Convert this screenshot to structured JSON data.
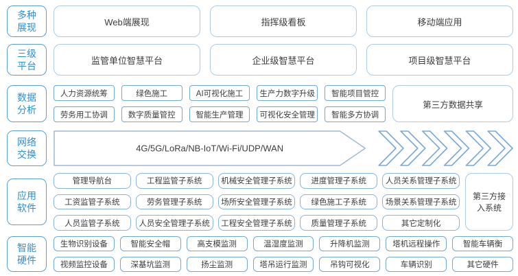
{
  "sections": [
    {
      "id": "display-layer",
      "label": "多种\n展现",
      "items": [
        "Web端展现",
        "指挥级看板",
        "移动端应用"
      ]
    },
    {
      "id": "platform-layer",
      "label": "三级\n平台",
      "items": [
        "监管单位智慧平台",
        "企业级智慧平台",
        "项目级智慧平台"
      ]
    },
    {
      "id": "data-analysis-layer",
      "label": "数据\n分析",
      "rows": [
        [
          "人力资源统筹",
          "绿色施工",
          "AI可视化施工",
          "生产力数字升级",
          "智能项目管控"
        ],
        [
          "劳务用工协调",
          "数字质量管控",
          "智能生产管理",
          "可视化安全管理",
          "智能多方协调"
        ]
      ],
      "side_box": "第三方数据共享"
    },
    {
      "id": "network-layer",
      "label": "网络\n交换",
      "arrow_text": "4G/5G/LoRa/NB-IoT/Wi-Fi/UDP/WAN",
      "chevron_count": 6
    },
    {
      "id": "software-layer",
      "label": "应用\n软件",
      "rows": [
        [
          "管理导航台",
          "工程监管子系统",
          "机械安全管理子系统",
          "进度管理子系统",
          "人员关系管理子系统"
        ],
        [
          "工资监管子系统",
          "劳务管理子系统",
          "场所安全管理子系统",
          "绿色施工子系统",
          "场景关系管理子系统"
        ],
        [
          "人员监管子系统",
          "人员安全管理子系统",
          "工程安全管理子系统",
          "质量管理子系统",
          "其它定制化"
        ]
      ],
      "side_box": "第三方接\n入系统"
    },
    {
      "id": "hardware-layer",
      "label": "智能\n硬件",
      "rows": [
        [
          "生物识别设备",
          "智能安全帽",
          "高支模监测",
          "温湿度监测",
          "升降机监测",
          "塔机远程操作",
          "智能车辆衡"
        ],
        [
          "视频监控设备",
          "深基坑监测",
          "扬尘监测",
          "塔吊运行监测",
          "吊钩可视化",
          "车辆识别",
          "其它硬件"
        ]
      ]
    }
  ],
  "colors": {
    "label_border": "#58a0d9",
    "label_text": "#2e8fd2",
    "large_box_border": "#a9cbe8",
    "small_box_border": "#6fa8db",
    "app_box_border": "#85b4de",
    "box_text": "#3d3d3d",
    "arrow_outline": "#9fb9d4",
    "chevron_outline": "#79a8d8"
  }
}
